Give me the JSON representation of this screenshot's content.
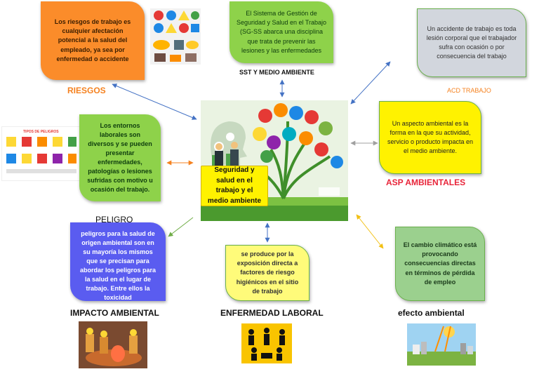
{
  "center": {
    "title": "Seguridad y salud en el trabajo y el medio ambiente"
  },
  "nodes": {
    "riesgos": {
      "label": "RIESGOS",
      "text": "Los riesgos de trabajo es cualquier afectación potencial a la salud del empleado, ya sea por enfermedad o accidente"
    },
    "sst": {
      "label": "SST Y MEDIO AMBIENTE",
      "text": "El Sistema de Gestión de Seguridad y Salud en el Trabajo (SG-SS abarca una disciplina que trata de prevenir las lesiones y las enfermedades"
    },
    "acd": {
      "label": "ACD TRABAJO",
      "text": "Un accidente de trabajo es toda lesión corporal que el trabajador sufra con ocasión o por consecuencia del trabajo"
    },
    "peligro": {
      "label": "PELIGRO",
      "text": "Los entornos laborales son diversos y se pueden presentar enfermedades, patologías o lesiones sufridas con motivo u ocasión del trabajo."
    },
    "asp": {
      "label": "ASP AMBIENTALES",
      "text": "Un aspecto ambiental es la forma en la que su actividad, servicio o producto impacta en el medio ambiente."
    },
    "impacto": {
      "label": "IMPACTO AMBIENTAL",
      "text": "peligros para la salud de origen ambiental son en su mayoría los mismos que se precisan para abordar los peligros para la salud en el lugar de trabajo. Entre ellos la toxicidad"
    },
    "enfermedad": {
      "label": "ENFERMEDAD LABORAL",
      "text": "se produce por la exposición directa a factores de riesgo higiénicos en el sitio de trabajo"
    },
    "efecto": {
      "label": "efecto ambiental",
      "text": "El cambio climático está provocando consecuencias directas en términos de pérdida de empleo"
    }
  },
  "peligro_poster_title": "TIPOS DE PELIGROS",
  "colors": {
    "orange": "#fb8c2a",
    "green": "#8ed24a",
    "gray": "#d2d6dd",
    "yellow": "#fff200",
    "lightyellow": "#fffb7a",
    "blue": "#5a5cf0",
    "sage": "#9bd08e",
    "label_orange": "#f58220",
    "label_red": "#e8253a"
  }
}
